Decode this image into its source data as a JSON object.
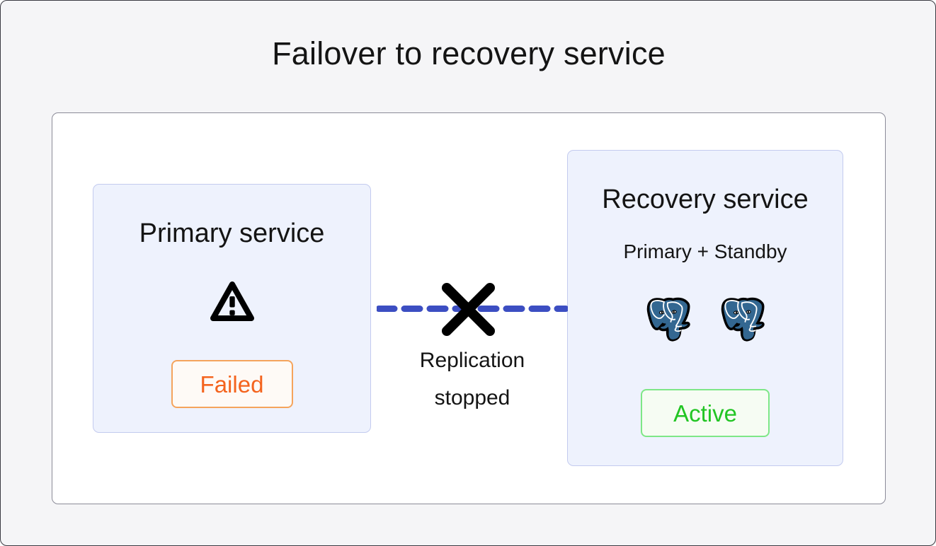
{
  "page": {
    "title": "Failover to recovery service",
    "background_color": "#f5f5f7"
  },
  "panel": {
    "background_color": "#ffffff",
    "border_color": "#8b8b98"
  },
  "primary_service": {
    "title": "Primary service",
    "icon": "warning-triangle-icon",
    "status_label": "Failed",
    "status_color": "#f4641e",
    "box_fill": "#eef2fd",
    "box_border": "#c3cbef"
  },
  "recovery_service": {
    "title": "Recovery service",
    "subtitle": "Primary + Standby",
    "nodes": [
      {
        "icon": "postgresql-elephant-icon",
        "role": "Primary"
      },
      {
        "icon": "postgresql-elephant-icon",
        "role": "Standby"
      }
    ],
    "status_label": "Active",
    "status_color": "#22c524",
    "box_fill": "#eef2fd",
    "box_border": "#c3cbef"
  },
  "replication": {
    "line_color": "#3c4ec2",
    "line_style": "dashed",
    "broken_icon": "x-cross-icon",
    "label_line1": "Replication",
    "label_line2": "stopped"
  }
}
